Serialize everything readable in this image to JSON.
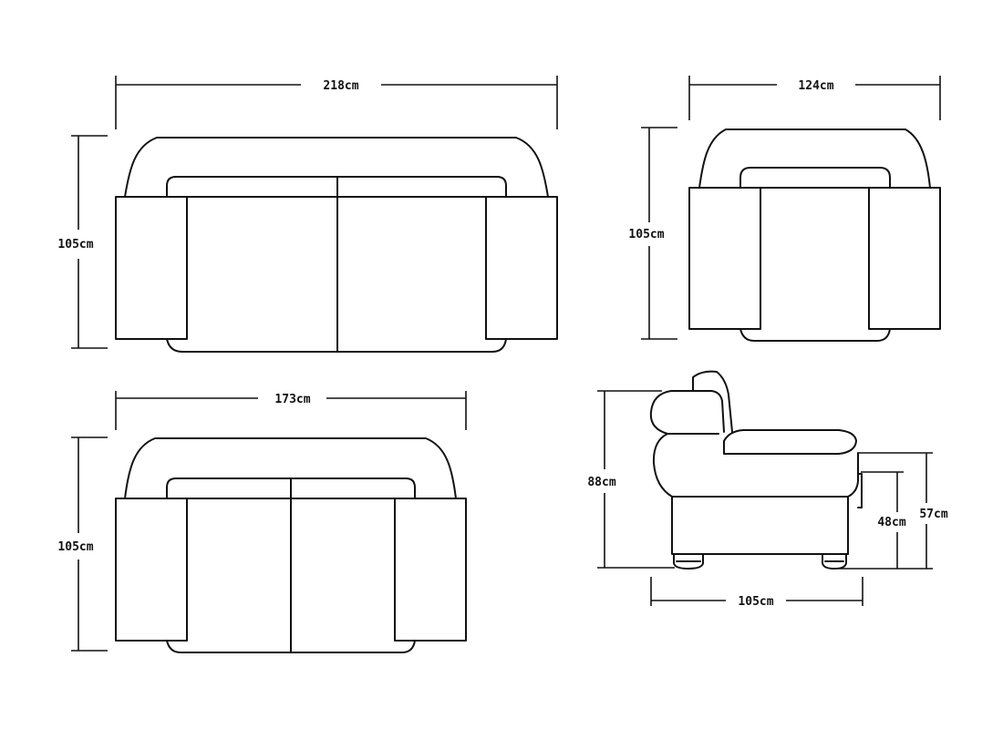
{
  "sofa_3_seat": {
    "width_label": "218cm",
    "depth_label": "105cm"
  },
  "armchair": {
    "width_label": "124cm",
    "depth_label": "105cm"
  },
  "sofa_2_seat": {
    "width_label": "173cm",
    "depth_label": "105cm"
  },
  "side_view": {
    "height_label": "88cm",
    "armrest_height_label": "57cm",
    "seat_height_label": "48cm",
    "depth_label": "105cm"
  }
}
